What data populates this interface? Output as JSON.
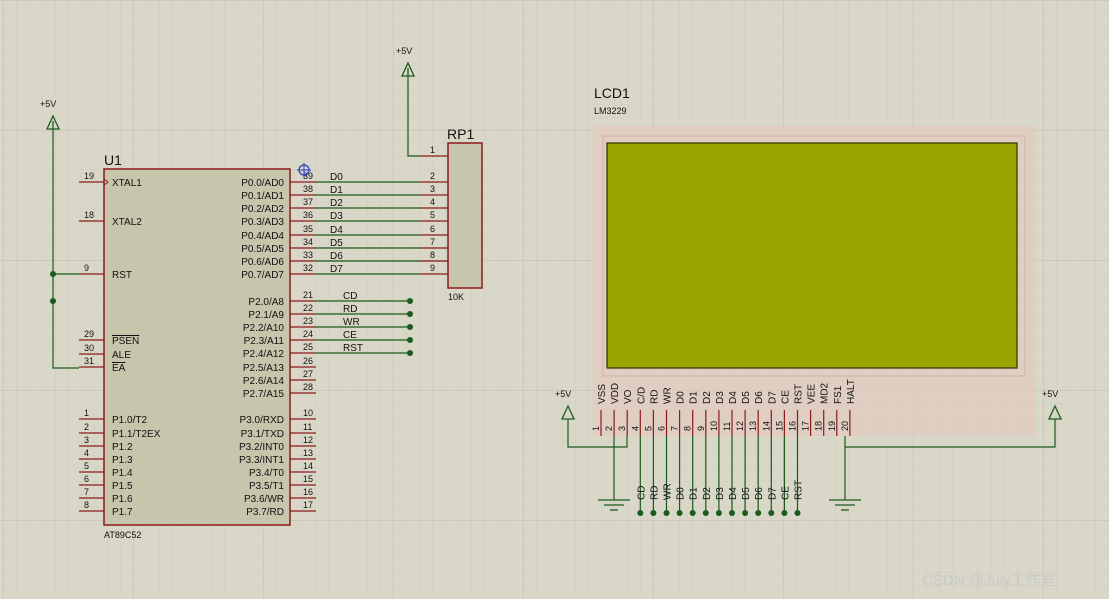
{
  "watermark": "CSDN @July工作室",
  "power_label": "+5V",
  "mcu": {
    "ref": "U1",
    "part": "AT89C52",
    "left_pins": [
      {
        "num": "19",
        "name": "XTAL1"
      },
      {
        "num": "18",
        "name": "XTAL2"
      },
      {
        "num": "9",
        "name": "RST"
      },
      {
        "num": "29",
        "name": "PSEN"
      },
      {
        "num": "30",
        "name": "ALE"
      },
      {
        "num": "31",
        "name": "EA"
      },
      {
        "num": "1",
        "name": "P1.0/T2"
      },
      {
        "num": "2",
        "name": "P1.1/T2EX"
      },
      {
        "num": "3",
        "name": "P1.2"
      },
      {
        "num": "4",
        "name": "P1.3"
      },
      {
        "num": "5",
        "name": "P1.4"
      },
      {
        "num": "6",
        "name": "P1.5"
      },
      {
        "num": "7",
        "name": "P1.6"
      },
      {
        "num": "8",
        "name": "P1.7"
      }
    ],
    "right_pins": [
      {
        "num": "39",
        "name": "P0.0/AD0",
        "net": "D0"
      },
      {
        "num": "38",
        "name": "P0.1/AD1",
        "net": "D1"
      },
      {
        "num": "37",
        "name": "P0.2/AD2",
        "net": "D2"
      },
      {
        "num": "36",
        "name": "P0.3/AD3",
        "net": "D3"
      },
      {
        "num": "35",
        "name": "P0.4/AD4",
        "net": "D4"
      },
      {
        "num": "34",
        "name": "P0.5/AD5",
        "net": "D5"
      },
      {
        "num": "33",
        "name": "P0.6/AD6",
        "net": "D6"
      },
      {
        "num": "32",
        "name": "P0.7/AD7",
        "net": "D7"
      },
      {
        "num": "21",
        "name": "P2.0/A8",
        "net": "CD"
      },
      {
        "num": "22",
        "name": "P2.1/A9",
        "net": "RD"
      },
      {
        "num": "23",
        "name": "P2.2/A10",
        "net": "WR"
      },
      {
        "num": "24",
        "name": "P2.3/A11",
        "net": "CE"
      },
      {
        "num": "25",
        "name": "P2.4/A12",
        "net": "RST"
      },
      {
        "num": "26",
        "name": "P2.5/A13",
        "net": ""
      },
      {
        "num": "27",
        "name": "P2.6/A14",
        "net": ""
      },
      {
        "num": "28",
        "name": "P2.7/A15",
        "net": ""
      },
      {
        "num": "10",
        "name": "P3.0/RXD",
        "net": ""
      },
      {
        "num": "11",
        "name": "P3.1/TXD",
        "net": ""
      },
      {
        "num": "12",
        "name": "P3.2/INT0",
        "net": ""
      },
      {
        "num": "13",
        "name": "P3.3/INT1",
        "net": ""
      },
      {
        "num": "14",
        "name": "P3.4/T0",
        "net": ""
      },
      {
        "num": "15",
        "name": "P3.5/T1",
        "net": ""
      },
      {
        "num": "16",
        "name": "P3.6/WR",
        "net": ""
      },
      {
        "num": "17",
        "name": "P3.7/RD",
        "net": ""
      }
    ]
  },
  "rpack": {
    "ref": "RP1",
    "value": "10K",
    "pins": [
      "1",
      "2",
      "3",
      "4",
      "5",
      "6",
      "7",
      "8",
      "9"
    ]
  },
  "lcd": {
    "ref": "LCD1",
    "part": "LM3229",
    "screen_color": "#9aa600",
    "pins": [
      {
        "num": "1",
        "name": "VSS"
      },
      {
        "num": "2",
        "name": "VDD"
      },
      {
        "num": "3",
        "name": "VO"
      },
      {
        "num": "4",
        "name": "C/D"
      },
      {
        "num": "5",
        "name": "RD"
      },
      {
        "num": "6",
        "name": "WR"
      },
      {
        "num": "7",
        "name": "D0"
      },
      {
        "num": "8",
        "name": "D1"
      },
      {
        "num": "9",
        "name": "D2"
      },
      {
        "num": "10",
        "name": "D3"
      },
      {
        "num": "11",
        "name": "D4"
      },
      {
        "num": "12",
        "name": "D5"
      },
      {
        "num": "13",
        "name": "D6"
      },
      {
        "num": "14",
        "name": "D7"
      },
      {
        "num": "15",
        "name": "CE"
      },
      {
        "num": "16",
        "name": "RST"
      },
      {
        "num": "17",
        "name": "VEE"
      },
      {
        "num": "18",
        "name": "MD2"
      },
      {
        "num": "19",
        "name": "FS1"
      },
      {
        "num": "20",
        "name": "HALT"
      }
    ],
    "bus_labels": [
      "CD",
      "RD",
      "WR",
      "D0",
      "D1",
      "D2",
      "D3",
      "D4",
      "D5",
      "D6",
      "D7",
      "CE",
      "RST"
    ]
  },
  "colors": {
    "background": "#d9d8c8",
    "component_fill": "#c8c5ad",
    "component_border": "#8b1a1a",
    "wire": "#1c5a1c",
    "lcd_frame": "#e2cbc0"
  }
}
